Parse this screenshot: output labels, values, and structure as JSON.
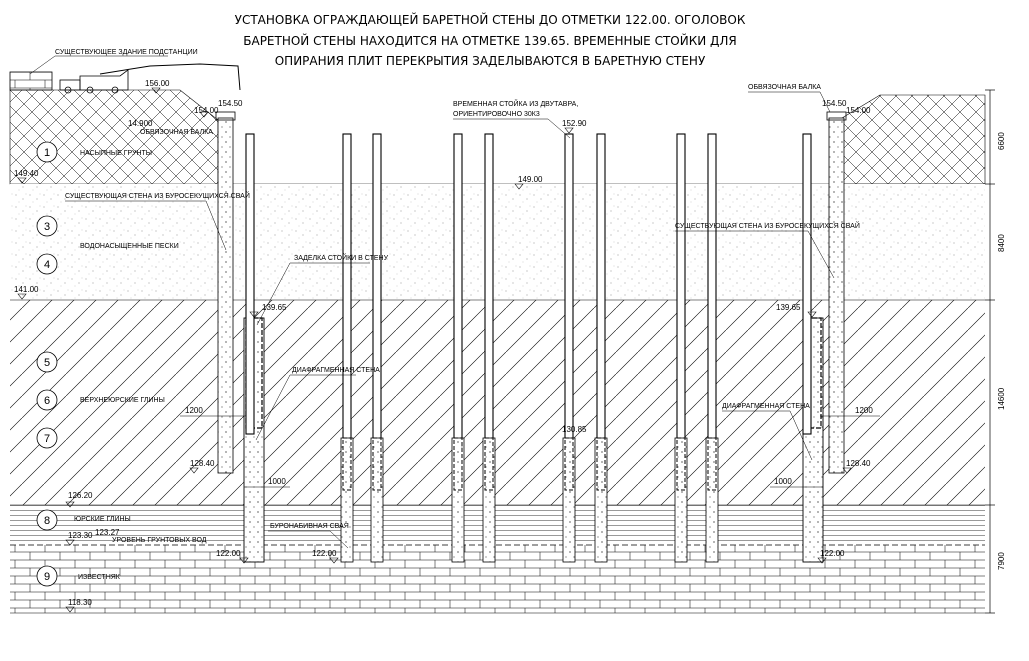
{
  "title": {
    "line1": "УСТАНОВКА ОГРАЖДАЮЩЕЙ БАРЕТНОЙ СТЕНЫ ДО ОТМЕТКИ 122.00. ОГОЛОВОК",
    "line2": "БАРЕТНОЙ СТЕНЫ НАХОДИТСЯ НА ОТМЕТКЕ 139.65. ВРЕМЕННЫЕ СТОЙКИ ДЛЯ",
    "line3": "ОПИРАНИЯ ПЛИТ ПЕРЕКРЫТИЯ ЗАДЕЛЫВАЮТСЯ В БАРЕТНУЮ СТЕНУ"
  },
  "labels": {
    "substation": "СУЩЕСТВУЮЩЕЕ ЗДАНИЕ ПОДСТАНЦИИ",
    "strapping_beam_left": "ОБВЯЗОЧНАЯ БАЛКА",
    "strapping_beam_right": "ОБВЯЗОЧНАЯ БАЛКА",
    "fill_soils": "НАСЫПНЫЕ ГРУНТЫ",
    "existing_wall_left": "СУЩЕСТВУЮЩАЯ СТЕНА ИЗ БУРОСЕКУЩИХСЯ СВАЙ",
    "existing_wall_right": "СУЩЕСТВУЮЩАЯ СТЕНА ИЗ БУРОСЕКУЩИХСЯ СВАЙ",
    "water_sands": "ВОДОНАСЫЩЕННЫЕ ПЕСКИ",
    "post_embed": "ЗАДЕЛКА СТОЙКИ В СТЕНУ",
    "upper_jurassic_clays": "ВЕРХНЕЮРСКИЕ ГЛИНЫ",
    "diaphragm_left": "ДИАФРАГМЕННАЯ СТЕНА",
    "diaphragm_right": "ДИАФРАГМЕННАЯ СТЕНА",
    "temp_post_1": "ВРЕМЕННАЯ СТОЙКА ИЗ ДВУТАВРА,",
    "temp_post_2": "ОРИЕНТИРОВОЧНО 30К3",
    "jurassic_clays": "ЮРСКИЕ ГЛИНЫ",
    "groundwater": "УРОВЕНЬ ГРУНТОВЫХ ВОД",
    "bored_pile": "БУРОНАБИВНАЯ СВАЯ",
    "limestone": "ИЗВЕСТНЯК"
  },
  "layer_numbers": [
    "1",
    "3",
    "4",
    "5",
    "6",
    "7",
    "8",
    "9"
  ],
  "elevations": {
    "ground_top": "156.00",
    "left_beam_a": "154.00",
    "left_beam_b": "154.50",
    "left_beam_c": "14.900",
    "right_beam_a": "154.50",
    "right_beam_b": "154.00",
    "fill_bottom": "149.40",
    "excavation_level": "149.00",
    "post_top": "152.90",
    "sand_bottom": "141.00",
    "wall_head_left": "139.65",
    "wall_head_right": "139.65",
    "post_embed_level": "130.85",
    "clay_left": "128.40",
    "clay_right": "128.40",
    "jurassic_top": "126.20",
    "water_a": "123.30",
    "water_b": "123.27",
    "toe_left": "122.00",
    "toe_mid": "122.00",
    "toe_right": "122.00",
    "bottom": "118.30"
  },
  "dimensions": {
    "d1": "6600",
    "d2": "8400",
    "d3": "14600",
    "d4": "7900",
    "offset_left": "1200",
    "offset_right": "1200",
    "pile_left": "1000",
    "pile_right": "1000"
  }
}
